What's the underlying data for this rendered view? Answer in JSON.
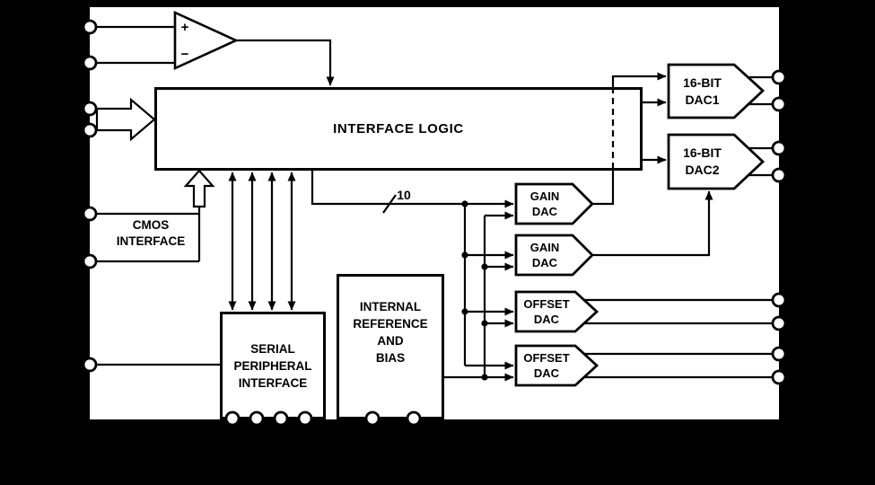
{
  "canvas": {
    "background": "#000000",
    "chip_fill": "#ffffff",
    "line_color": "#000000"
  },
  "blocks": {
    "interface_logic": {
      "label": "INTERFACE LOGIC"
    },
    "cmos_interface": {
      "lines": [
        "CMOS",
        "INTERFACE"
      ]
    },
    "serial_peripheral_interface": {
      "lines": [
        "SERIAL",
        "PERIPHERAL",
        "INTERFACE"
      ]
    },
    "internal_reference": {
      "lines": [
        "INTERNAL",
        "REFERENCE",
        "AND",
        "BIAS"
      ]
    },
    "gain_dac_1": {
      "lines": [
        "GAIN",
        "DAC"
      ]
    },
    "gain_dac_2": {
      "lines": [
        "GAIN",
        "DAC"
      ]
    },
    "offset_dac_1": {
      "lines": [
        "OFFSET",
        "DAC"
      ]
    },
    "offset_dac_2": {
      "lines": [
        "OFFSET",
        "DAC"
      ]
    },
    "dac_1": {
      "lines": [
        "16-BIT",
        "DAC1"
      ]
    },
    "dac_2": {
      "lines": [
        "16-BIT",
        "DAC2"
      ]
    }
  },
  "opamp": {
    "plus": "+",
    "minus": "−"
  },
  "bus": {
    "width_label": "10"
  }
}
